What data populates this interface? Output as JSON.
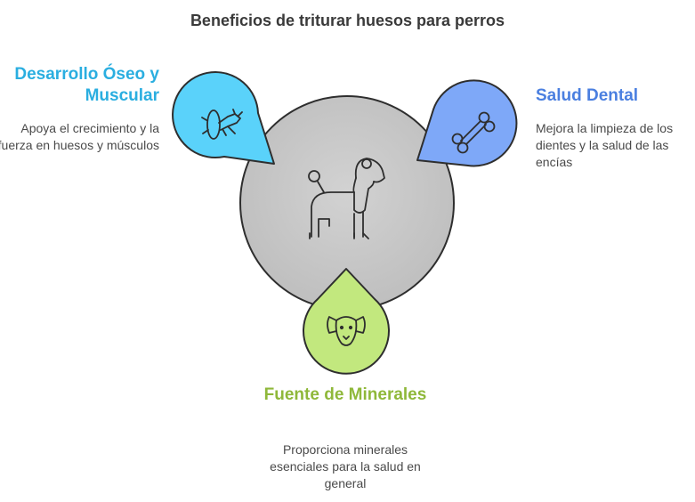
{
  "title": "Beneficios de triturar huesos para perros",
  "colors": {
    "center_fill": "#c8c8c8",
    "left_accent": "#5ad2fa",
    "right_accent": "#7ea8f8",
    "bottom_accent": "#c2e87e"
  },
  "items": [
    {
      "heading": "Desarrollo Óseo y Muscular",
      "description": "Apoya el crecimiento y la fuerza en huesos y músculos",
      "icon": "dog-jumping-hoop-icon"
    },
    {
      "heading": "Salud Dental",
      "description": "Mejora la limpieza de los dientes y la salud de las encías",
      "icon": "bone-icon"
    },
    {
      "heading": "Fuente de Minerales",
      "description": "Proporciona minerales esenciales para la salud en general",
      "icon": "dog-face-icon"
    }
  ],
  "center_icon": "poodle-icon"
}
